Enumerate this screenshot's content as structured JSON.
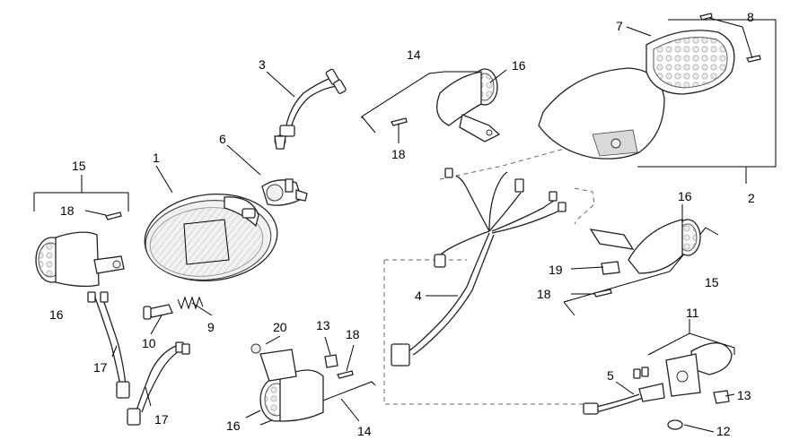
{
  "callouts": [
    {
      "id": "c1",
      "text": "1"
    },
    {
      "id": "c2",
      "text": "2"
    },
    {
      "id": "c3",
      "text": "3"
    },
    {
      "id": "c4",
      "text": "4"
    },
    {
      "id": "c5",
      "text": "5"
    },
    {
      "id": "c6",
      "text": "6"
    },
    {
      "id": "c7",
      "text": "7"
    },
    {
      "id": "c8",
      "text": "8"
    },
    {
      "id": "c9",
      "text": "9"
    },
    {
      "id": "c10",
      "text": "10"
    },
    {
      "id": "c11",
      "text": "11"
    },
    {
      "id": "c12",
      "text": "12"
    },
    {
      "id": "c13a",
      "text": "13"
    },
    {
      "id": "c13b",
      "text": "13"
    },
    {
      "id": "c14a",
      "text": "14"
    },
    {
      "id": "c14b",
      "text": "14"
    },
    {
      "id": "c15a",
      "text": "15"
    },
    {
      "id": "c15b",
      "text": "15"
    },
    {
      "id": "c16a",
      "text": "16"
    },
    {
      "id": "c16b",
      "text": "16"
    },
    {
      "id": "c16c",
      "text": "16"
    },
    {
      "id": "c16d",
      "text": "16"
    },
    {
      "id": "c17a",
      "text": "17"
    },
    {
      "id": "c17b",
      "text": "17"
    },
    {
      "id": "c18a",
      "text": "18"
    },
    {
      "id": "c18b",
      "text": "18"
    },
    {
      "id": "c18c",
      "text": "18"
    },
    {
      "id": "c18d",
      "text": "18"
    },
    {
      "id": "c19",
      "text": "19"
    },
    {
      "id": "c20",
      "text": "20"
    }
  ]
}
